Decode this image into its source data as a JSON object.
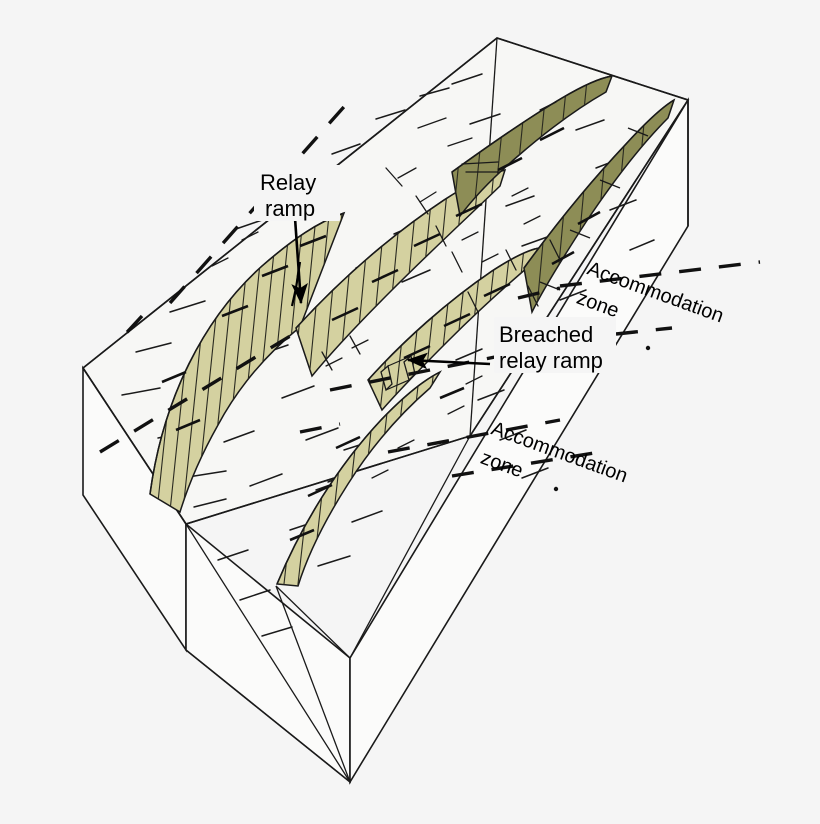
{
  "figure": {
    "title": "Relay ramp and accommodation zone block diagram",
    "background_color": "#f5f5f5",
    "outline_color": "#1a1a1a",
    "block_face_color": "#f7f7f5",
    "scarp_fill_light": "#d4d1a0",
    "scarp_fill_dark": "#8d8d56",
    "hachure_color": "#2a2a20"
  },
  "labels": {
    "relay_ramp": {
      "line1": "Relay",
      "line2": "ramp"
    },
    "breached_relay_ramp": {
      "line1": "Breached",
      "line2": "relay ramp"
    },
    "accommodation_zone_upper": {
      "line1": "Accommodation",
      "line2": "zone",
      "rotation_deg": 20
    },
    "accommodation_zone_lower": {
      "line1": "Accommodation",
      "line2": "zone",
      "rotation_deg": 20
    }
  },
  "annotations": [
    {
      "name": "relay-ramp-leader",
      "target": "relay ramp between overlapping fault segments"
    },
    {
      "name": "breached-relay-ramp-leader",
      "target": "breached relay ramp gap"
    }
  ],
  "features": [
    {
      "name": "fault-scarp-left",
      "type": "normal fault scarp",
      "shading": "light"
    },
    {
      "name": "fault-scarp-center",
      "type": "normal fault scarp",
      "shading": "light"
    },
    {
      "name": "fault-scarp-center-lower",
      "type": "normal fault scarp",
      "shading": "light"
    },
    {
      "name": "fault-scarp-lower-left",
      "type": "normal fault scarp",
      "shading": "light"
    },
    {
      "name": "fault-scarp-upper-right",
      "type": "normal fault scarp",
      "shading": "dark"
    },
    {
      "name": "fault-scarp-right-edge",
      "type": "normal fault scarp",
      "shading": "dark"
    }
  ]
}
